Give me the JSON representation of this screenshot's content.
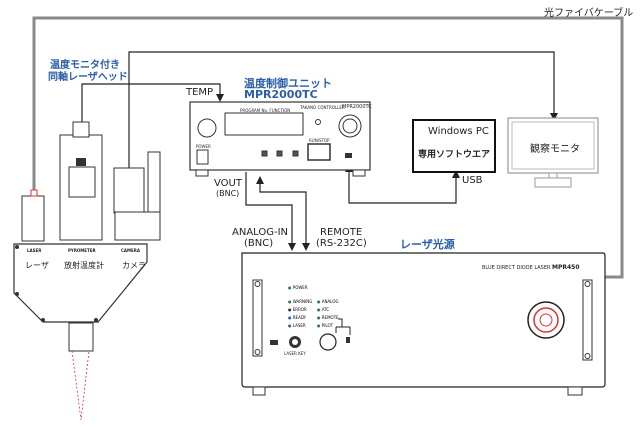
{
  "labels": {
    "fiber_cable": "光ファイバケーブル",
    "head_title_1": "温度モニタ付き",
    "head_title_2": "同軸レーザヘッド",
    "controller_title_1": "温度制御ユニット",
    "controller_title_2": "MPR2000TC",
    "temp": "TEMP",
    "vout": "VOUT",
    "vout_sub": "(BNC)",
    "analog_in": "ANALOG-IN",
    "analog_in_sub": "(BNC)",
    "remote": "REMOTE",
    "remote_sub": "(RS-232C)",
    "laser_source": "レーザ光源",
    "usb": "USB"
  },
  "head": {
    "ports": [
      {
        "en": "LASER",
        "jp": "レーザ"
      },
      {
        "en": "PYROMETER",
        "jp": "放射温度計"
      },
      {
        "en": "CAMERA",
        "jp": "カメラ"
      }
    ]
  },
  "controller": {
    "brand": "TAKANO CONTROLLER",
    "model": "MPR2000TC",
    "display_label": "PROGRAM No. FUNCTION",
    "power": "POWER",
    "run_stop": "RUN/STOP"
  },
  "pc": {
    "title": "Windows PC",
    "software": "専用ソフトウエア"
  },
  "monitor": {
    "label": "観察モニタ"
  },
  "laser": {
    "brand": "BLUE DIRECT DIODE LASER",
    "model": "MPR450",
    "indicators_left": [
      "POWER",
      "WARNING",
      "ERROR",
      "READY",
      "LASER"
    ],
    "indicators_right": [
      "ANALOG",
      "ATC",
      "REMOTE",
      "PILOT"
    ],
    "key_label": "LASER KEY"
  },
  "colors": {
    "accent_blue": "#2a5ea8",
    "cable_gray": "#8a8a8a",
    "laser_red": "#e03030"
  }
}
